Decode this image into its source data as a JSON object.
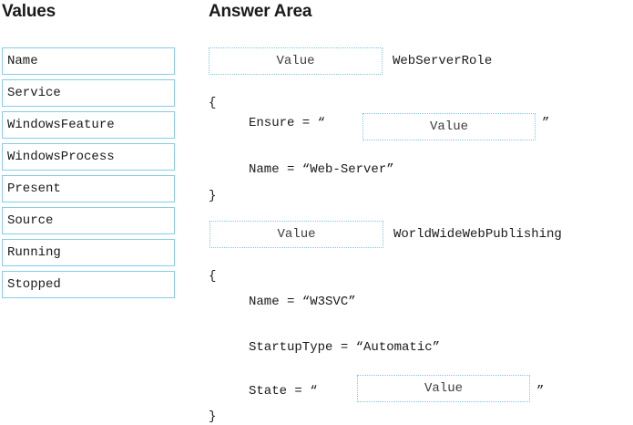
{
  "columns": {
    "values_heading": "Values",
    "answer_heading": "Answer Area"
  },
  "values_list": {
    "items": [
      {
        "label": "Name"
      },
      {
        "label": "Service"
      },
      {
        "label": "WindowsFeature"
      },
      {
        "label": "WindowsProcess"
      },
      {
        "label": "Present"
      },
      {
        "label": "Source"
      },
      {
        "label": "Running"
      },
      {
        "label": "Stopped"
      }
    ]
  },
  "answer_area": {
    "drop_zone_placeholder": "Value",
    "block_one": {
      "resource_name": "WebServerRole",
      "brace_open": "{",
      "ensure_label": "Ensure = “",
      "ensure_quote_close": "”",
      "name_line": "Name = “Web-Server”",
      "brace_close": "}"
    },
    "block_two": {
      "resource_name": "WorldWideWebPublishing",
      "brace_open": "{",
      "name_line": "Name = “W3SVC”",
      "startuptype_line": "StartupType = “Automatic”",
      "state_label": "State = “",
      "state_quote_close": "”",
      "brace_close": "}"
    }
  },
  "colors": {
    "tile_border": "#86ccea",
    "drop_zone_border": "#7fc6e6",
    "text": "#1a1a1a",
    "background": "#ffffff"
  }
}
